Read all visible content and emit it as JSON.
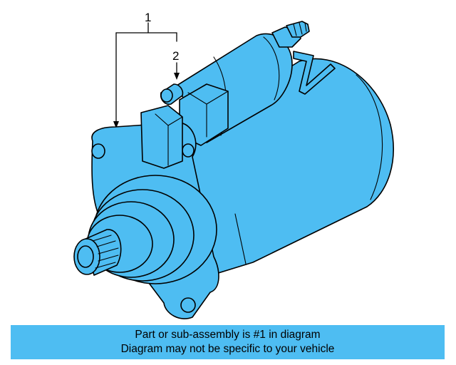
{
  "diagram": {
    "callouts": [
      {
        "number": "1"
      },
      {
        "number": "2"
      }
    ],
    "part_color": "#4ebdf2",
    "outline_color": "#000000"
  },
  "footer": {
    "line1": "Part or sub-assembly is #1 in diagram",
    "line2": "Diagram may not be specific to your vehicle",
    "background_color": "#4ebdf2"
  }
}
